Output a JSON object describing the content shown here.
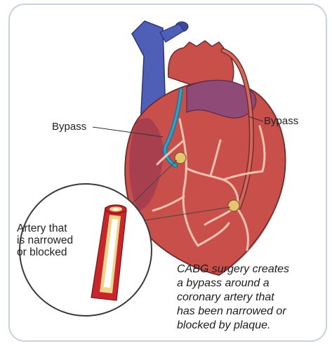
{
  "labels": {
    "bypass_left": "Bypass",
    "bypass_right": "Bypass",
    "artery_lines": [
      "Artery that",
      "is narrowed",
      "or blocked"
    ]
  },
  "caption_lines": [
    "CABG surgery creates",
    "a bypass around a",
    "coronary artery that",
    "has been narrowed or",
    "blocked by plaque."
  ],
  "colors": {
    "border": "#c9d3df",
    "heart_red": "#c9504a",
    "heart_dark": "#8f2f3a",
    "vein_blue": "#4f5fb8",
    "graft_teal": "#2aa3c7",
    "vessel_pink": "#f2c3b0",
    "plaque": "#e8c470",
    "artery_red": "#c8262a"
  }
}
